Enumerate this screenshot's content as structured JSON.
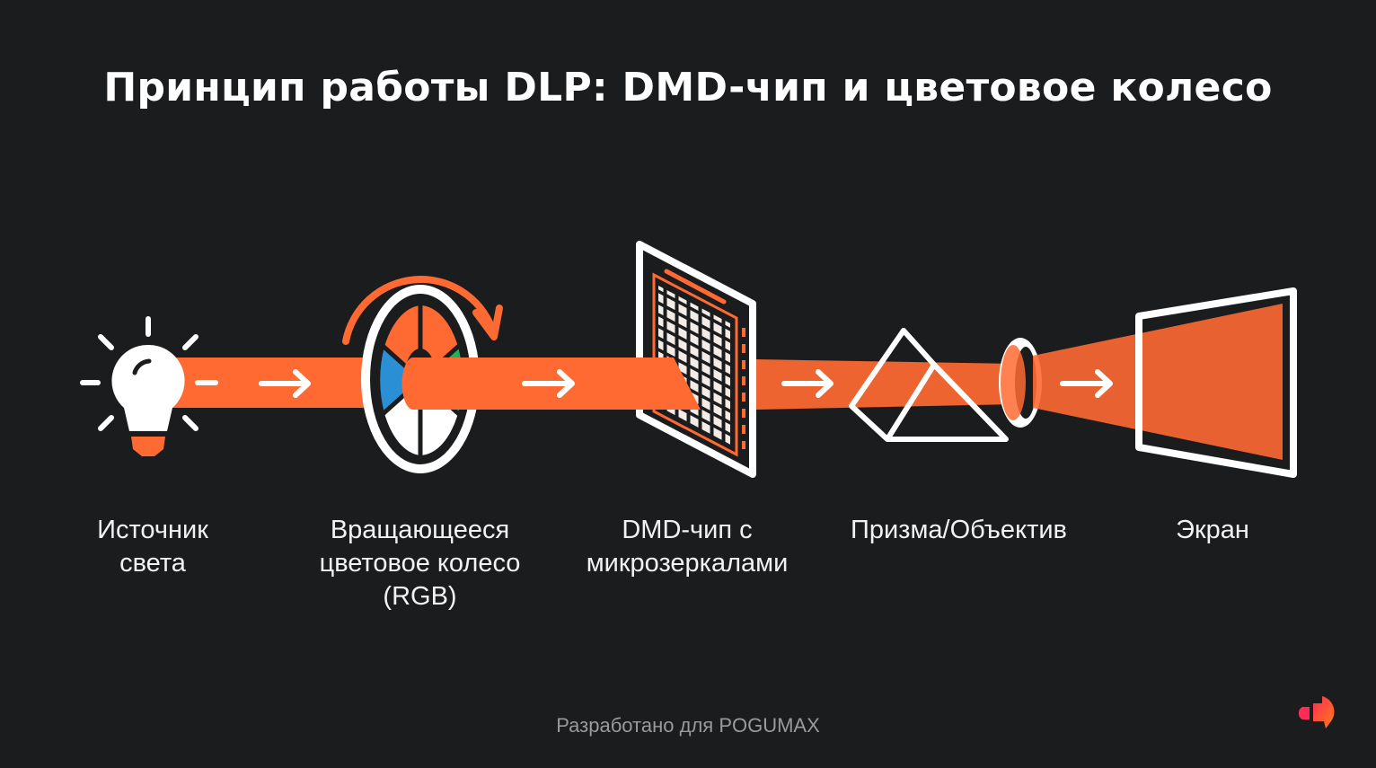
{
  "title": "Принцип работы DLP: DMD-чип и цветовое колесо",
  "colors": {
    "background": "#1b1c1e",
    "accent": "#ff6a33",
    "white": "#ffffff",
    "blue": "#2b8fd6",
    "green": "#1fb35a"
  },
  "stages": [
    {
      "id": "light-source",
      "icon": "lightbulb-icon",
      "label_lines": [
        "Источник",
        "света"
      ]
    },
    {
      "id": "color-wheel",
      "icon": "color-wheel-icon",
      "label_lines": [
        "Вращающееся",
        "цветовое колесо",
        "(RGB)"
      ]
    },
    {
      "id": "dmd-chip",
      "icon": "dmd-chip-icon",
      "label_lines": [
        "DMD-чип с",
        "микрозеркалами"
      ]
    },
    {
      "id": "prism-lens",
      "icon": "prism-lens-icon",
      "label_lines": [
        "Призма/Объектив"
      ]
    },
    {
      "id": "screen",
      "icon": "screen-icon",
      "label_lines": [
        "Экран"
      ]
    }
  ],
  "footer": "Разработано для POGUMAX",
  "logo": "pogumax-logo-icon"
}
